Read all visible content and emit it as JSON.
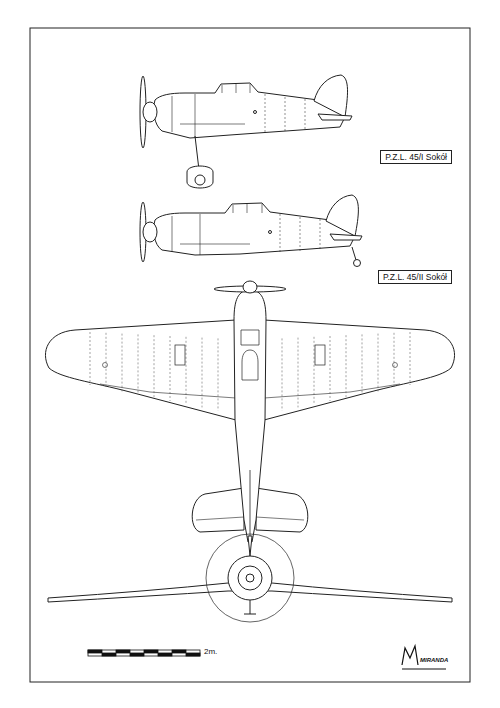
{
  "diagram": {
    "nodes": [
      {
        "text": [
          "P.Z.L. 45/I Sokół"
        ]
      },
      {
        "text": [
          "P.Z.L. 45/II Sokół"
        ]
      }
    ],
    "labels": [
      "2m.",
      "MIRANDA"
    ]
  }
}
